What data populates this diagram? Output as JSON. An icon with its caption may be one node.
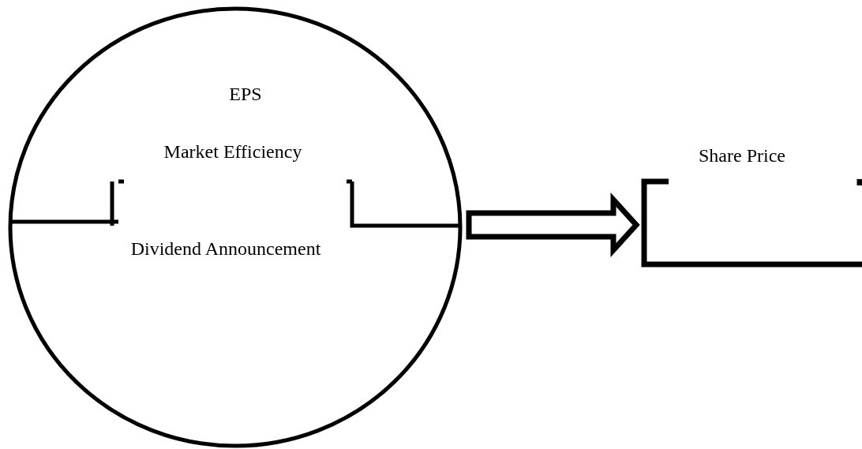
{
  "diagram": {
    "nodes": [
      {
        "text": [
          "EPS",
          "Market Efficiency",
          "Dividend Announcement"
        ]
      },
      {
        "text": [
          "Share Price"
        ]
      }
    ],
    "edges": [
      {
        "from": 0,
        "to": 1,
        "arrow": "to",
        "style": "thick"
      }
    ]
  }
}
